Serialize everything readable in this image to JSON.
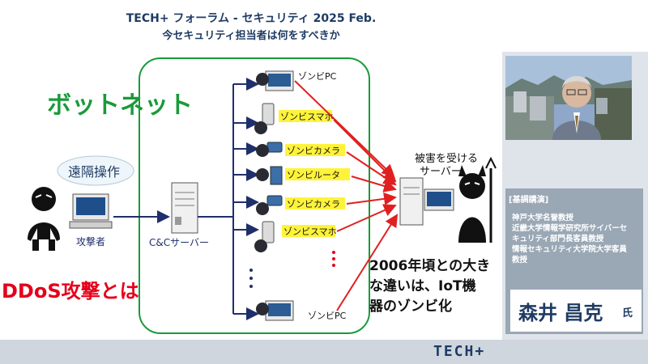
{
  "header": {
    "title": "TECH+ フォーラム - セキュリティ 2025 Feb.",
    "subtitle": "今セキュリティ担当者は何をすべきか"
  },
  "slide": {
    "botnet_label": "ボットネット",
    "remote_label": "遠隔操作",
    "attacker_label": "攻撃者",
    "cc_label": "C&Cサーバー",
    "ddos_label": "DDoS攻撃とは",
    "victim_label_1": "被害を受ける",
    "victim_label_2": "サーバー",
    "note_line1": "2006年頃との大き",
    "note_line2": "な違いは、IoT機",
    "note_line3": "器のゾンビ化",
    "devices": [
      {
        "label": "ゾンビPC"
      },
      {
        "label": "ゾンビスマホ"
      },
      {
        "label": "ゾンビカメラ"
      },
      {
        "label": "ゾンビルータ"
      },
      {
        "label": "ゾンビカメラ"
      },
      {
        "label": "ゾンビスマホ"
      },
      {
        "label": "ゾンビPC"
      }
    ],
    "colors": {
      "botnet_green": "#1a9a3a",
      "ddos_red": "#e5001a",
      "arrow_red": "#e02020",
      "line_navy": "#1f2f6b"
    }
  },
  "sidebar": {
    "session_type": "[基調講演]",
    "affiliation": [
      "神戸大学名誉教授",
      "近畿大学情報学研究所サイバーセ",
      "キュリティ部門長客員教授",
      "情報セキュリティ大学院大学客員",
      "教授"
    ],
    "speaker_name": "森井 昌克",
    "honorific": "氏"
  },
  "footer": {
    "logo": "TECH+"
  }
}
